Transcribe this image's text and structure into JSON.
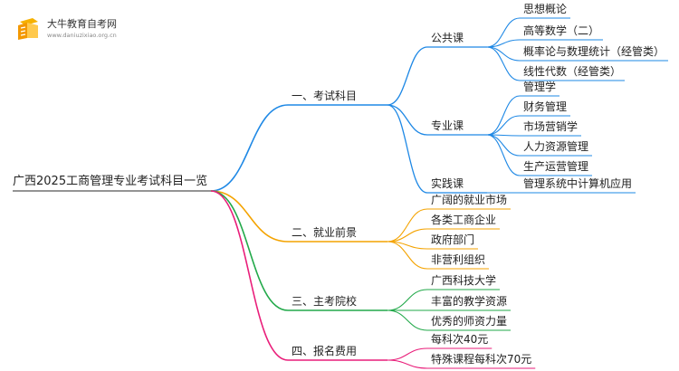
{
  "logo": {
    "title": "大牛教育自考网",
    "url": "www.daniuzixiao.org.cn"
  },
  "colors": {
    "blue": "#1E88E5",
    "orange": "#F4A300",
    "green": "#22A94A",
    "pink": "#E91E7A"
  },
  "root": {
    "label": "广西2025工商管理专业考试科目一览"
  },
  "branches": [
    {
      "label": "一、考试科目",
      "color": "blue",
      "groups": [
        {
          "label": "公共课",
          "items": [
            "思想概论",
            "高等数学（二）",
            "概率论与数理统计（经管类）",
            "线性代数（经管类）"
          ]
        },
        {
          "label": "专业课",
          "items": [
            "管理学",
            "财务管理",
            "市场营销学",
            "人力资源管理",
            "生产运营管理"
          ]
        },
        {
          "label": "实践课",
          "items": [
            "管理系统中计算机应用"
          ]
        }
      ]
    },
    {
      "label": "二、就业前景",
      "color": "orange",
      "items": [
        "广阔的就业市场",
        "各类工商企业",
        "政府部门",
        "非营利组织"
      ]
    },
    {
      "label": "三、主考院校",
      "color": "green",
      "items": [
        "广西科技大学",
        "丰富的教学资源",
        "优秀的师资力量"
      ]
    },
    {
      "label": "四、报名费用",
      "color": "pink",
      "items": [
        "每科次40元",
        "特殊课程每科次70元"
      ]
    }
  ]
}
